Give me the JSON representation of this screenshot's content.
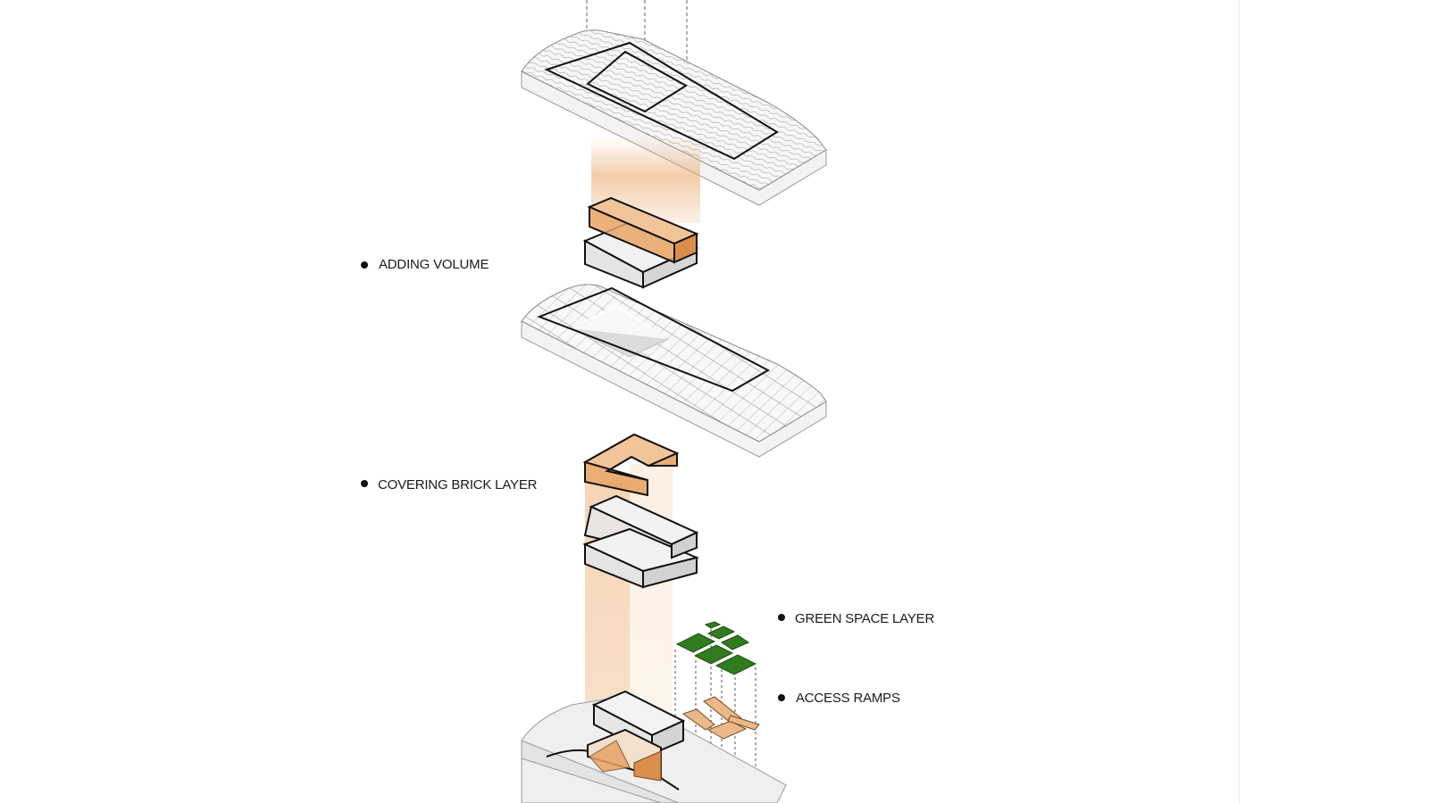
{
  "labels": {
    "adding_volume": "ADDING VOLUME",
    "covering_brick_layer": "COVERING BRICK LAYER",
    "green_space_layer": "GREEN SPACE LAYER",
    "access_ramps": "ACCESS RAMPS"
  },
  "colors": {
    "brick": "#e8a465",
    "brick_glow": "#f2c49a",
    "green": "#2f7d1e",
    "terrain_fill": "#f4f4f4",
    "outline": "#111111"
  }
}
